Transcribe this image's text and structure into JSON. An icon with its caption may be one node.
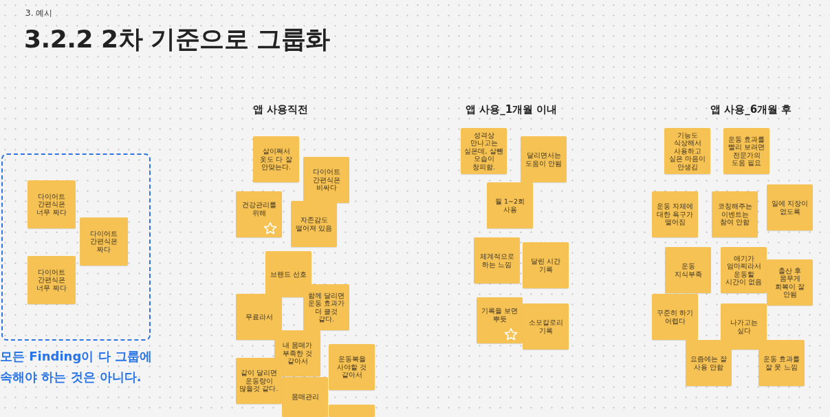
{
  "diagram": {
    "title": "3.2.2 2차 기준으로 그룹화",
    "nodes": [
      {
        "text": [],
        "shape": "box"
      },
      {
        "text": [
          "다이어트 간편식은 너무 짜다"
        ],
        "in": 0
      },
      {
        "text": [
          "다이어트 간편식은 짜다"
        ],
        "in": 0
      },
      {
        "text": [
          "다이어트 간편식은 너무 짜다"
        ],
        "in": 0
      },
      {
        "text": [
          "살이쪄서 옷도 다 잘 안맞는다."
        ]
      },
      {
        "text": [
          "다이어트 간편식은 비싸다"
        ]
      },
      {
        "text": [
          "건강관리를 위해"
        ]
      },
      {
        "text": [
          "자존감도 떨어져 있음"
        ]
      },
      {
        "text": [
          "브랜드 선호"
        ]
      },
      {
        "text": [
          "함께 달리면 운동 효과가 더 클것 같다."
        ]
      },
      {
        "text": [
          "무료라서"
        ]
      },
      {
        "text": [
          "내 몸매가 부족한 것 같아서"
        ]
      },
      {
        "text": [
          "운동복을 사야할 것 같아서"
        ]
      },
      {
        "text": [
          "같이 달리면 운동량이 많을것 같다."
        ]
      },
      {
        "text": [
          "몸매관리"
        ]
      },
      {
        "text": [],
        "shape": "box"
      },
      {
        "text": [
          "성격상 만나고는 싶은데, 살뺀 모습이 창피함."
        ]
      },
      {
        "text": [
          "달리면서는 도움이 안됨"
        ]
      },
      {
        "text": [
          "월 1~2회 사용"
        ]
      },
      {
        "text": [
          "체계적으로 하는 느낌"
        ]
      },
      {
        "text": [
          "달린 시간 기록"
        ]
      },
      {
        "text": [
          "기록을 보면 뿌듯"
        ]
      },
      {
        "text": [
          "소모칼로리 기록"
        ]
      },
      {
        "text": [
          "기능도 식상해서 사용하고 싶은 마음이 안생김"
        ]
      },
      {
        "text": [
          "운동 효과를 빨리 보려면 전문가의 도움 필요"
        ]
      },
      {
        "text": [
          "운동 자체에 대한 욕구가 떨어짐"
        ]
      },
      {
        "text": [
          "코칭해주는 이벤트는 참여 안함"
        ]
      },
      {
        "text": [
          "일에 지장이 없도록"
        ]
      },
      {
        "text": [
          "운동 지식부족"
        ]
      },
      {
        "text": [
          "애기가 엄마찌라서 운동할 시간이 없음"
        ]
      },
      {
        "text": [
          "출산 후 몸무게 회복이 잘 안됨"
        ]
      },
      {
        "text": [
          "꾸준히 하기 어렵다"
        ]
      },
      {
        "text": [
          "나가고는 싶다"
        ]
      },
      {
        "text": [
          "요즘에는 잘 사용 안함"
        ]
      },
      {
        "text": [
          "운동 효과를 잘 못 느낌"
        ]
      }
    ],
    "labels": [
      "3. 예시",
      "앱 사용직전",
      "앱 사용_1개월 이내",
      "앱 사용_6개월 후",
      "모든 Finding이 다 그룹에 속해야 하는 것은 아니다."
    ]
  }
}
